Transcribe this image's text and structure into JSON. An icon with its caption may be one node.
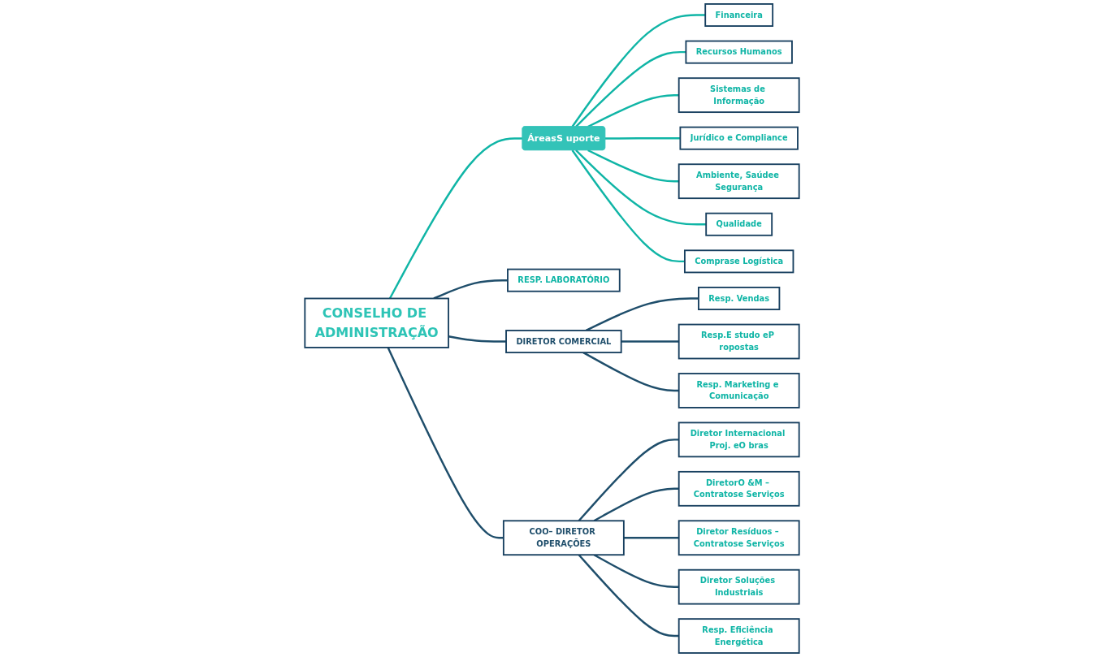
{
  "diagram": {
    "nodes": [
      {
        "text": [
          "CONSELHO DE ADMINISTRAÇÃO"
        ]
      },
      {
        "text": [
          "RESP. LABORATÓRIO"
        ]
      },
      {
        "text": [
          "ÁreasS uporte"
        ]
      },
      {
        "text": [
          "DIRETOR COMERCIAL"
        ]
      },
      {
        "text": [
          "COO– DIRETOR OPERAÇÕES"
        ]
      },
      {
        "text": [
          "Resp. Vendas"
        ]
      },
      {
        "text": [
          "Resp.E studo eP ropostas"
        ]
      },
      {
        "text": [
          "Resp. Marketing e Comunicação"
        ]
      },
      {
        "text": [
          "Diretor Internacional Proj. eO bras"
        ]
      },
      {
        "text": [
          "DiretorO &M – Contratose Serviços"
        ]
      },
      {
        "text": [
          "Diretor Resíduos – Contratose Serviços"
        ]
      },
      {
        "text": [
          "Diretor Soluções Industriais"
        ]
      },
      {
        "text": [
          "Resp. Eficiência Energética"
        ]
      },
      {
        "text": [
          "Financeira"
        ]
      },
      {
        "text": [
          "Recursos Humanos"
        ]
      },
      {
        "text": [
          "Sistemas de Informação"
        ]
      },
      {
        "text": [
          "Jurídico e Compliance"
        ]
      },
      {
        "text": [
          "Ambiente, Saúdee Segurança"
        ]
      },
      {
        "text": [
          "Qualidade"
        ]
      },
      {
        "text": [
          "Comprase Logística"
        ]
      }
    ],
    "edges": [
      {
        "from": 0,
        "to": 1,
        "arrow": "none"
      },
      {
        "from": 0,
        "to": 2,
        "arrow": "none",
        "color": "#10b5a6"
      },
      {
        "from": 0,
        "to": 3,
        "arrow": "none"
      },
      {
        "from": 0,
        "to": 4,
        "arrow": "none"
      },
      {
        "from": 3,
        "to": 5,
        "arrow": "none"
      },
      {
        "from": 3,
        "to": 6,
        "arrow": "none"
      },
      {
        "from": 3,
        "to": 7,
        "arrow": "none"
      },
      {
        "from": 4,
        "to": 8,
        "arrow": "none"
      },
      {
        "from": 4,
        "to": 9,
        "arrow": "none"
      },
      {
        "from": 4,
        "to": 10,
        "arrow": "none"
      },
      {
        "from": 4,
        "to": 11,
        "arrow": "none"
      },
      {
        "from": 4,
        "to": 12,
        "arrow": "none"
      },
      {
        "from": 2,
        "to": 13,
        "arrow": "none",
        "color": "#10b5a6"
      },
      {
        "from": 2,
        "to": 14,
        "arrow": "none",
        "color": "#10b5a6"
      },
      {
        "from": 2,
        "to": 15,
        "arrow": "none",
        "color": "#10b5a6"
      },
      {
        "from": 2,
        "to": 16,
        "arrow": "none",
        "color": "#10b5a6"
      },
      {
        "from": 2,
        "to": 17,
        "arrow": "none",
        "color": "#10b5a6"
      },
      {
        "from": 2,
        "to": 18,
        "arrow": "none",
        "color": "#10b5a6"
      },
      {
        "from": 2,
        "to": 19,
        "arrow": "none",
        "color": "#10b5a6"
      }
    ]
  }
}
